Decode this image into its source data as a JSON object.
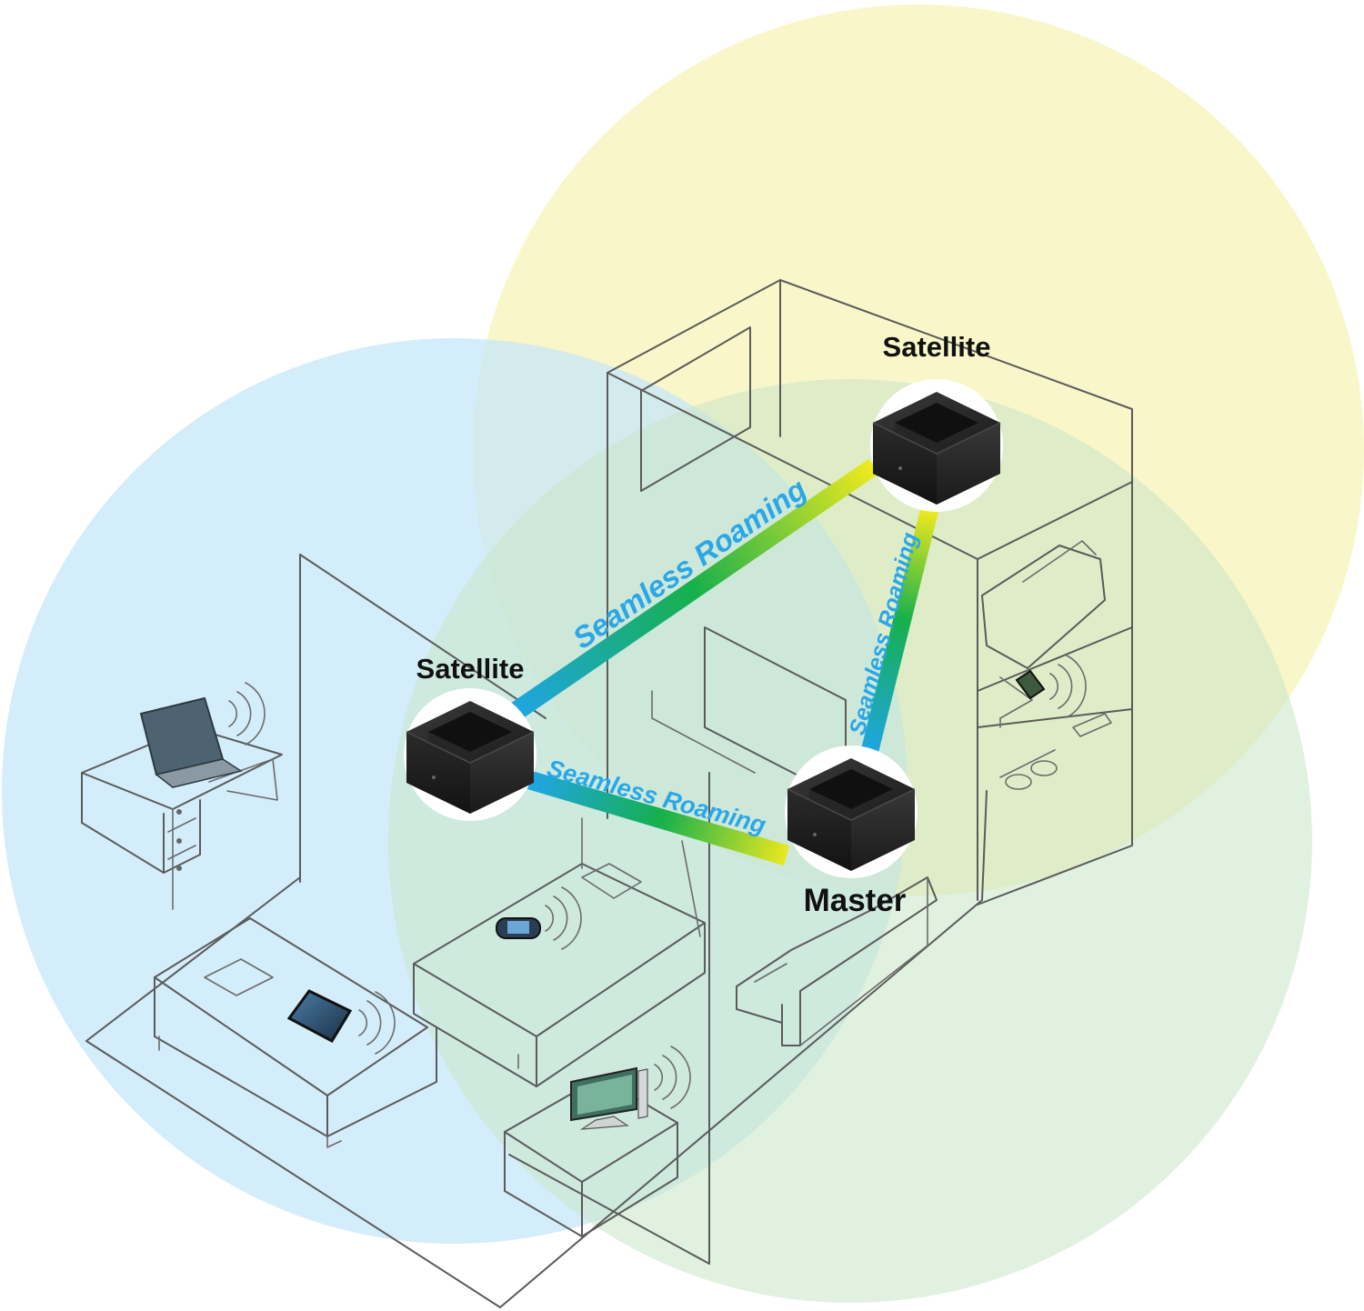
{
  "nodes": {
    "satellite_top": {
      "label": "Satellite"
    },
    "satellite_left": {
      "label": "Satellite"
    },
    "master": {
      "label": "Master"
    }
  },
  "links": {
    "top_to_left": {
      "label": "Seamless Roaming"
    },
    "top_to_master": {
      "label": "Seamless Roaming"
    },
    "left_to_master": {
      "label": "Seamless Roaming"
    }
  },
  "coverage": {
    "blue_color": "#c6e7f8",
    "yellow_color": "#f8f6c0",
    "green_color": "#d6ecd2"
  },
  "link_gradient": [
    "#1fa5e6",
    "#16b04c",
    "#f2ea1e"
  ],
  "icons": [
    "router-icon",
    "laptop-icon",
    "tablet-icon",
    "game-console-icon",
    "monitor-icon",
    "phone-icon",
    "wifi-waves-icon"
  ]
}
